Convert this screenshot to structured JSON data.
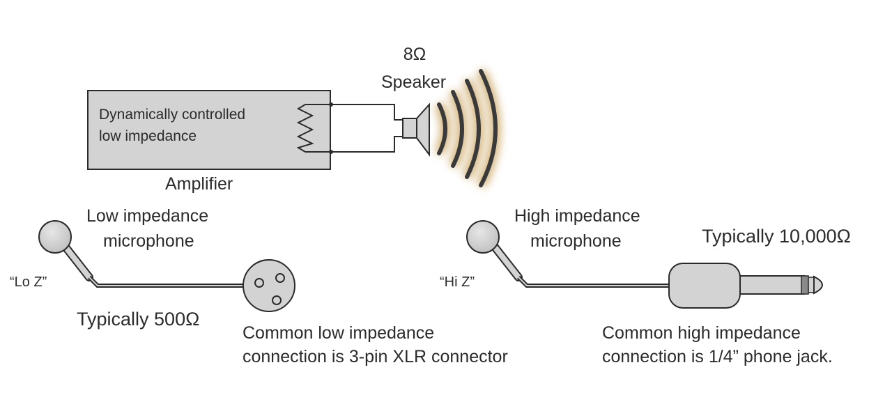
{
  "speaker": {
    "rating": "8Ω",
    "label": "Speaker"
  },
  "amplifier": {
    "inner_line1": "Dynamically controlled",
    "inner_line2": "low impedance",
    "label": "Amplifier"
  },
  "low_z": {
    "mic_line1": "Low impedance",
    "mic_line2": "microphone",
    "nickname": "“Lo Z”",
    "typical": "Typically 500Ω",
    "connector_line1": "Common low impedance",
    "connector_line2": "connection is 3-pin XLR connector"
  },
  "high_z": {
    "mic_line1": "High impedance",
    "mic_line2": "microphone",
    "nickname": "“Hi Z”",
    "typical": "Typically 10,000Ω",
    "connector_line1": "Common high impedance",
    "connector_line2": "connection is 1/4” phone jack."
  },
  "colors": {
    "device_fill": "#d3d3d3",
    "stroke": "#2a2a2a",
    "sound_wave": "#3a3a3a",
    "sound_glow": "#c9a25a"
  }
}
